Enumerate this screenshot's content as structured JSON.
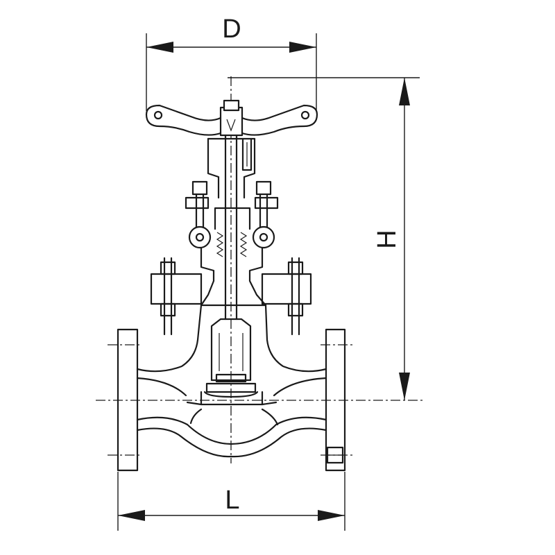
{
  "diagram": {
    "labels": {
      "diameter": "D",
      "height": "H",
      "length": "L"
    },
    "colors": {
      "line": "#1a1a1a",
      "background": "#ffffff"
    }
  }
}
